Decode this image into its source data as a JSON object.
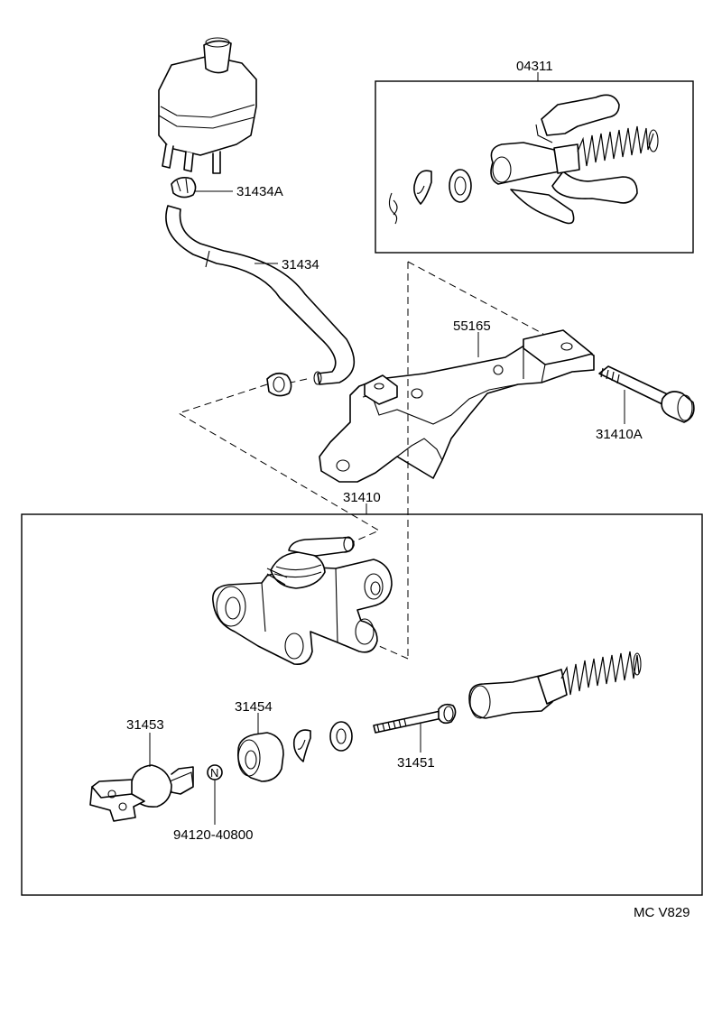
{
  "diagram": {
    "labels": {
      "p04311": "04311",
      "p31434A": "31434A",
      "p31434": "31434",
      "p55165": "55165",
      "p31410A": "31410A",
      "p31410": "31410",
      "p31453": "31453",
      "p31454": "31454",
      "p31451": "31451",
      "p94120": "94120-40800",
      "nut_mark": "N",
      "code": "MC V829"
    },
    "colors": {
      "ink": "#000000",
      "paper": "#ffffff"
    }
  }
}
